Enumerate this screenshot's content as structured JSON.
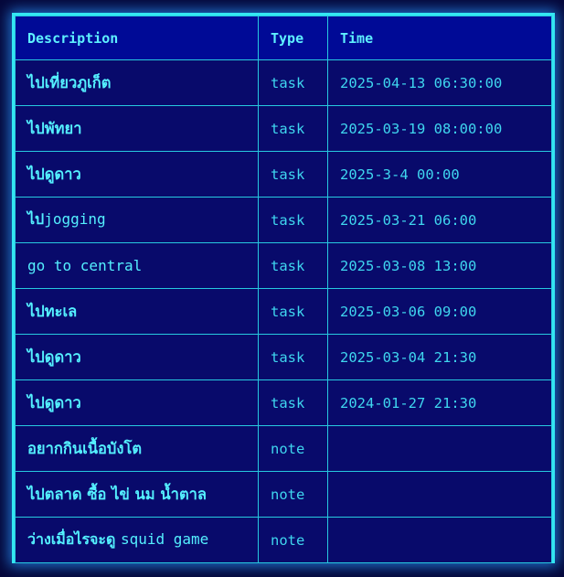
{
  "colors": {
    "background": "#05073a",
    "table_background": "#080a6b",
    "header_background": "#000a96",
    "border": "#33e6f2",
    "text": "#3fd6ef",
    "glow": "#2896ff"
  },
  "table": {
    "headers": [
      "Description",
      "Type",
      "Time"
    ],
    "rows": [
      {
        "description": "ไปเที่ยวภูเก็ต",
        "type": "task",
        "time": "2025-04-13 06:30:00"
      },
      {
        "description": "ไปพัทยา",
        "type": "task",
        "time": "2025-03-19 08:00:00"
      },
      {
        "description": "ไปดูดาว",
        "type": "task",
        "time": "2025-3-4 00:00"
      },
      {
        "description_thai": "ไป",
        "description_latin": "jogging",
        "type": "task",
        "time": "2025-03-21 06:00"
      },
      {
        "description": "go to central",
        "type": "task",
        "time": "2025-03-08 13:00"
      },
      {
        "description": "ไปทะเล",
        "type": "task",
        "time": "2025-03-06 09:00"
      },
      {
        "description": "ไปดูดาว",
        "type": "task",
        "time": "2025-03-04 21:30"
      },
      {
        "description": "ไปดูดาว",
        "type": "task",
        "time": "2024-01-27 21:30"
      },
      {
        "description": "อยากกินเนื้อบังโต",
        "type": "note",
        "time": ""
      },
      {
        "description": "ไปตลาด ซื้อ ไข่ นม น้ำตาล",
        "type": "note",
        "time": ""
      },
      {
        "description_thai": "ว่างเมื่อไรจะดู ",
        "description_latin": "squid game",
        "type": "note",
        "time": ""
      }
    ]
  }
}
